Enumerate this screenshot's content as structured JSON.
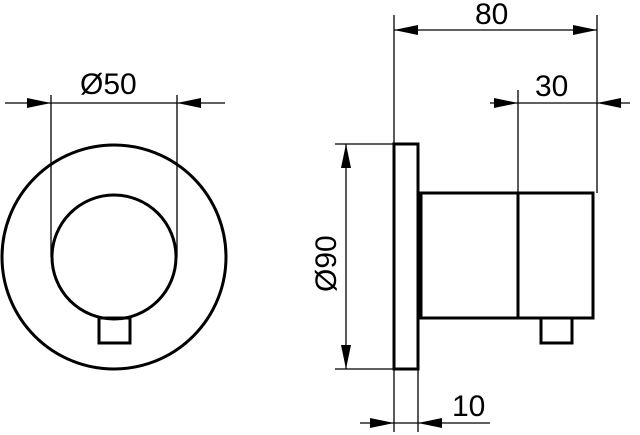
{
  "dimensions": {
    "knob_diameter": "Ø50",
    "rosette_diameter": "Ø90",
    "total_depth": "80",
    "knob_depth": "30",
    "rosette_thickness": "10"
  },
  "colors": {
    "line": "#000000",
    "background": "#ffffff"
  }
}
